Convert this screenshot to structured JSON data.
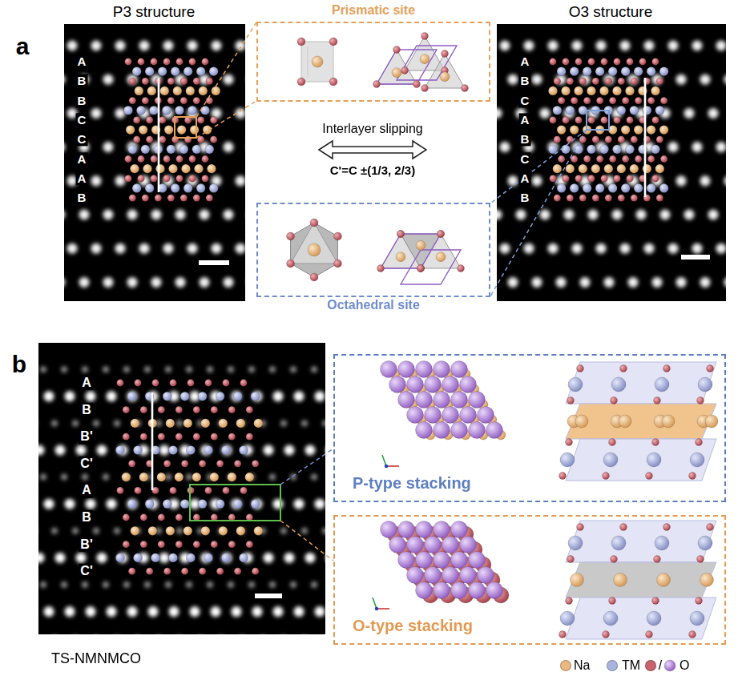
{
  "diagram": {
    "nodes": [
      {
        "text": [
          "Prismatic site"
        ]
      },
      {
        "text": [
          "Octahedral site"
        ]
      },
      {
        "text": [
          "P-type stacking"
        ]
      },
      {
        "text": [
          "O-type stacking"
        ]
      }
    ],
    "labels": [
      "a",
      "P3 structure",
      "A",
      "B",
      "B",
      "C",
      "C",
      "A",
      "A",
      "B",
      "Interlayer slipping",
      "C'=C ±(1/3, 2/3)",
      "O3 structure",
      "A",
      "B",
      "C",
      "A",
      "B",
      "C",
      "A",
      "B",
      "b",
      "A",
      "B",
      "B'",
      "C'",
      "A",
      "B",
      "B'",
      "C'",
      "TS-NMNMCO",
      "/"
    ],
    "legend": [
      {
        "text": "Na",
        "color": "#e9b77f"
      },
      {
        "text": "TM",
        "color": "#a9b4de"
      },
      {
        "text": "O",
        "color": "#c9646c"
      }
    ]
  }
}
